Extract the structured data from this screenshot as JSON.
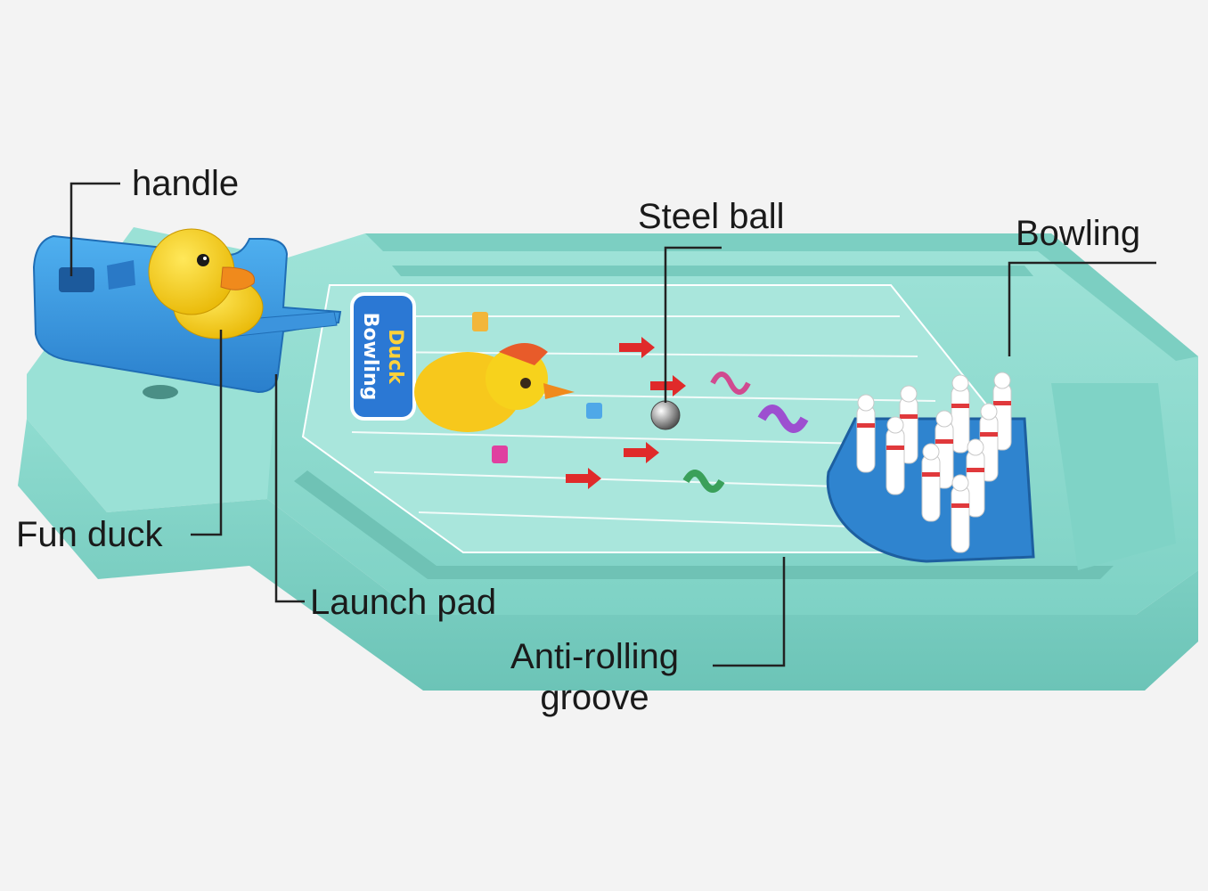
{
  "labels": {
    "handle": "handle",
    "steel_ball": "Steel ball",
    "bowling": "Bowling",
    "fun_duck": "Fun duck",
    "launch_pad": "Launch pad",
    "anti_rolling_line1": "Anti-rolling",
    "anti_rolling_line2": "groove"
  },
  "sticker": {
    "brand_line1": "Duck",
    "brand_line2": "Bowling"
  },
  "colors": {
    "background": "#f3f3f3",
    "tray": "#8fdcd0",
    "tray_dark": "#6fc7ba",
    "lane": "#a9e6dc",
    "launcher": "#3d9be0",
    "duck": "#f7d21c",
    "beak": "#f08a1c",
    "pin_stripe": "#e0393c",
    "pin_base": "#2f84cf",
    "leader_line": "#222222"
  },
  "pins": {
    "count": 10
  }
}
